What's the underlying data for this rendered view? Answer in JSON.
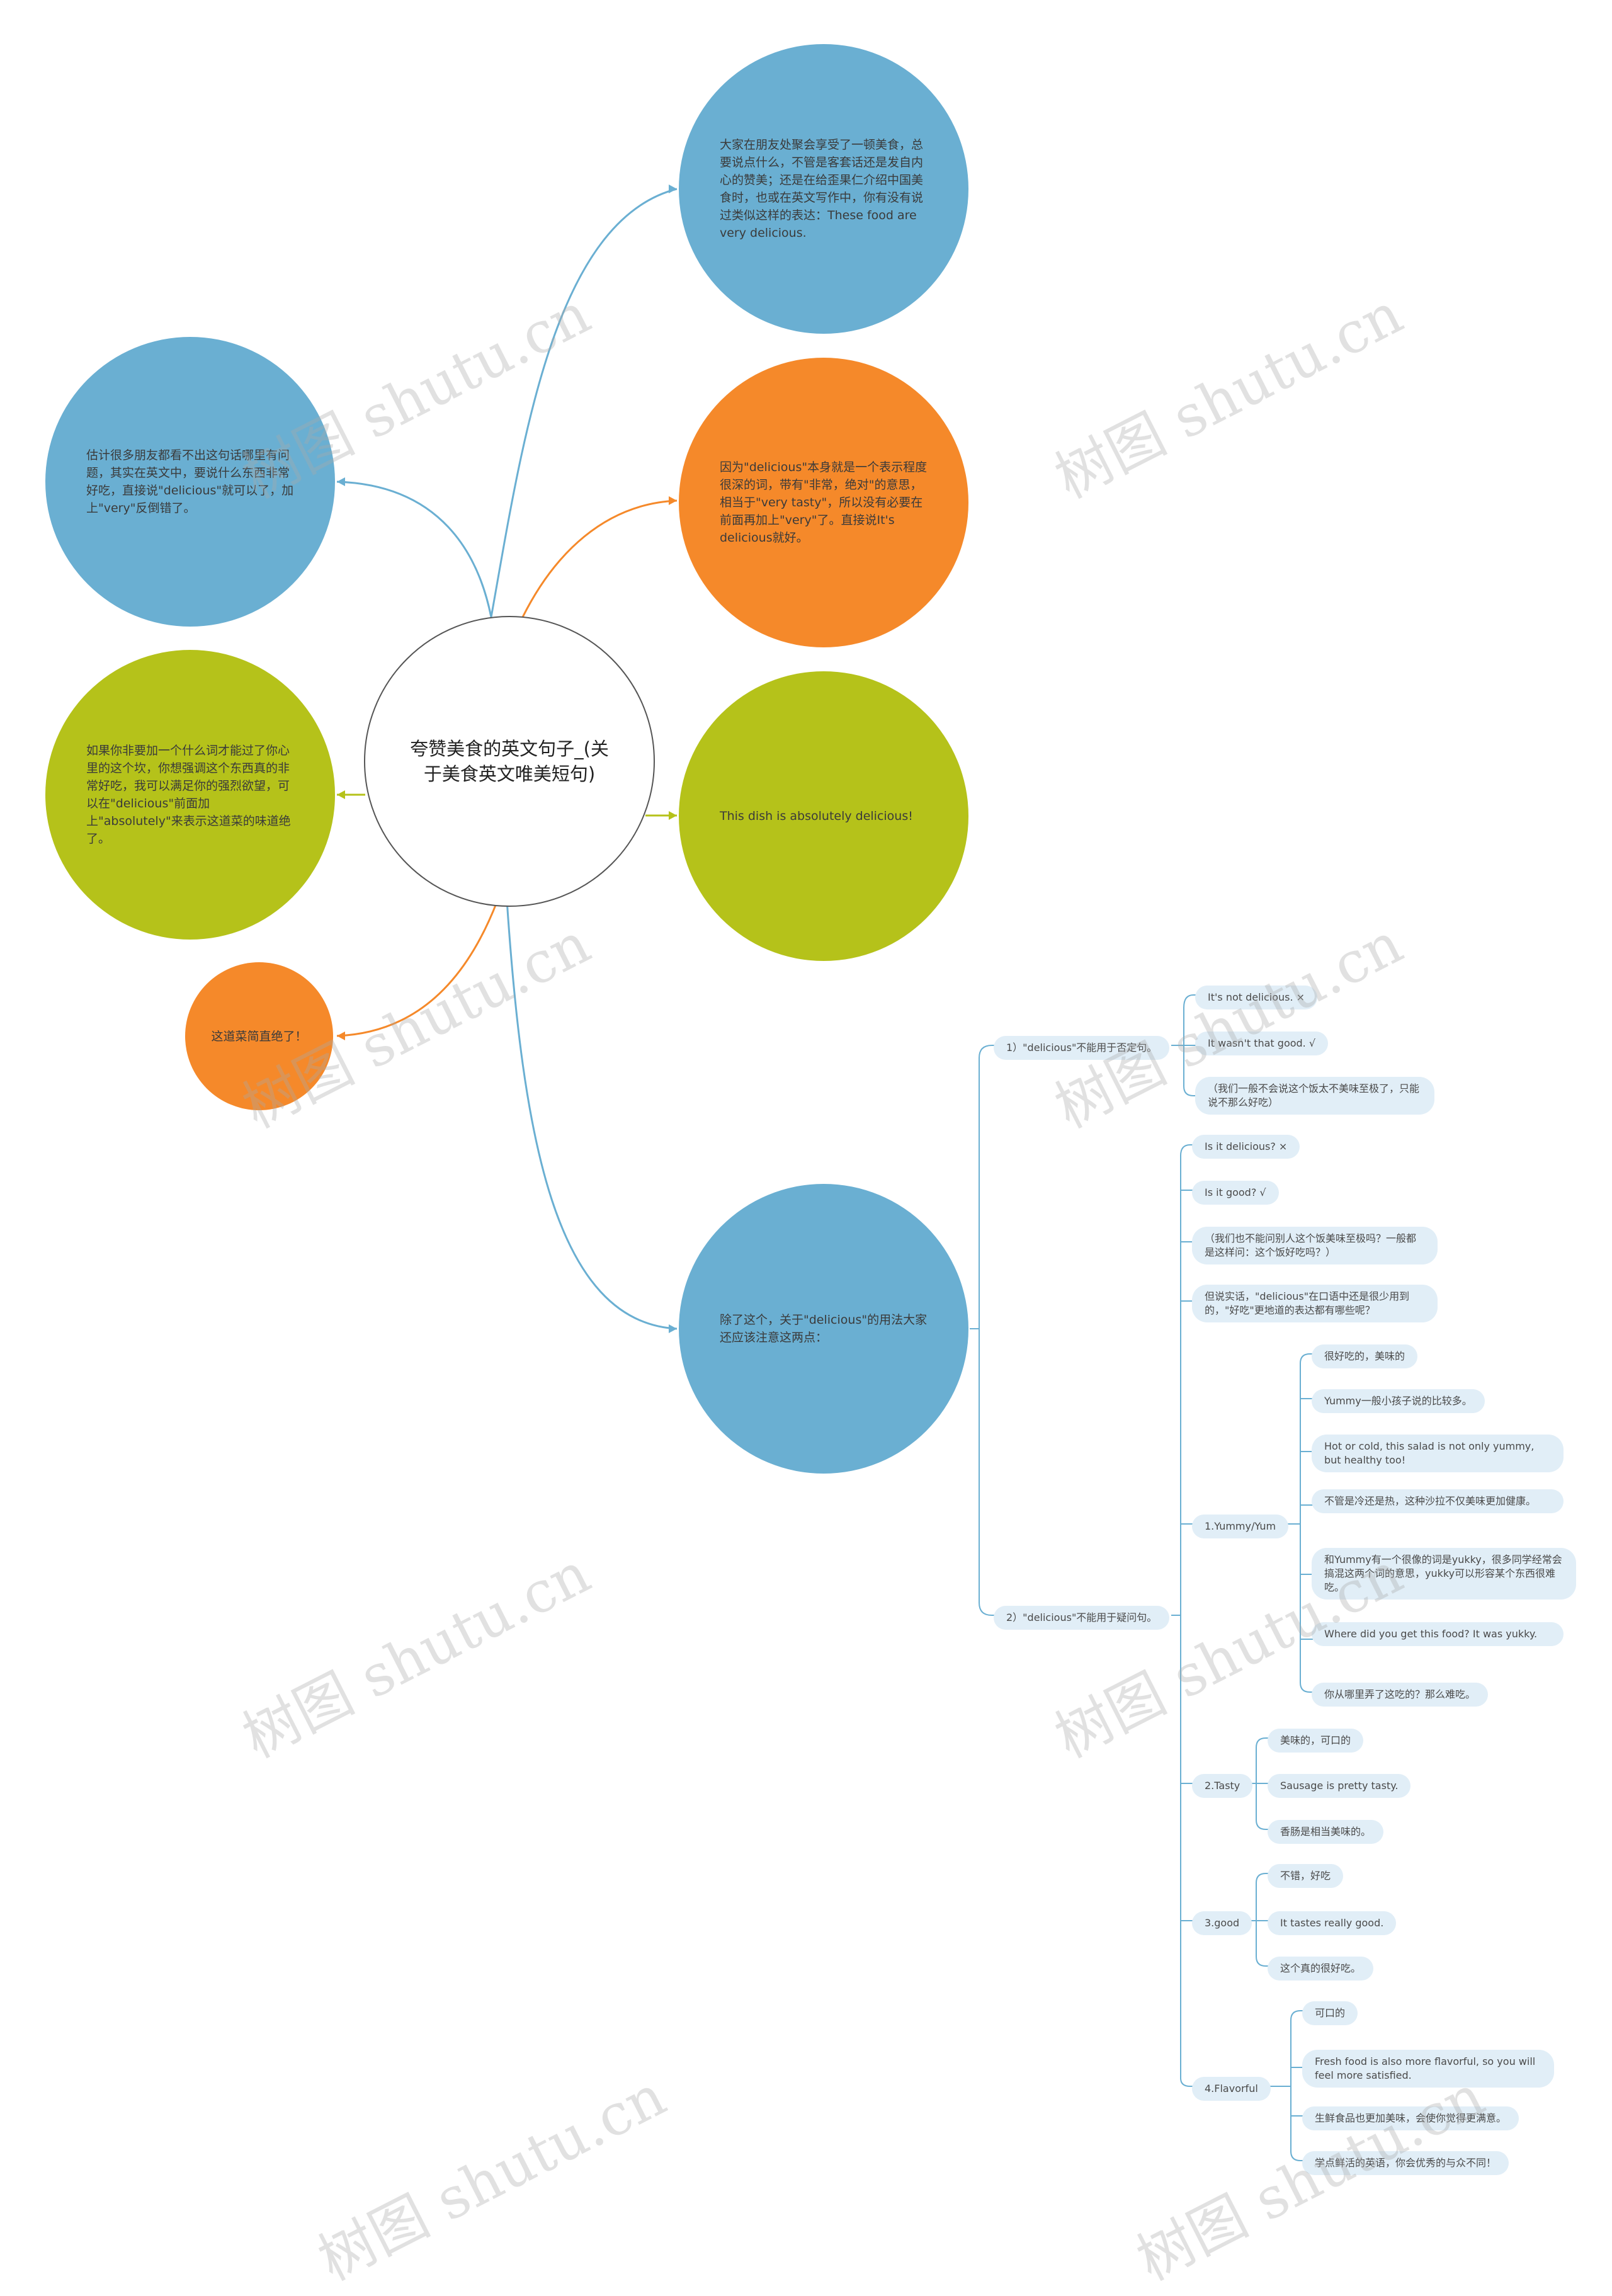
{
  "center": {
    "title": "夸赞美食的英文句子_(关于美食英文唯美短句)"
  },
  "colors": {
    "blue": "#6aafd2",
    "orange": "#f5892a",
    "green": "#b5c21a",
    "pill": "#e1eef7",
    "line": "#6aafd2"
  },
  "bubbles": {
    "right_top": "大家在朋友处聚会享受了一顿美食，总要说点什么，不管是客套话还是发自内心的赞美；还是在给歪果仁介绍中国美食时，也或在英文写作中，你有没有说过类似这样的表达：These food are very delicious.",
    "right_orange": "因为\"delicious\"本身就是一个表示程度很深的词，带有\"非常，绝对\"的意思，相当于\"very tasty\"，所以没有必要在前面再加上\"very\"了。直接说It's delicious就好。",
    "right_green": "This dish is absolutely delicious!",
    "right_bottom": "除了这个，关于\"delicious\"的用法大家还应该注意这两点：",
    "left_blue": "估计很多朋友都看不出这句话哪里有问题，其实在英文中，要说什么东西非常好吃，直接说\"delicious\"就可以了，加上\"very\"反倒错了。",
    "left_green": "如果你非要加一个什么词才能过了你心里的这个坎，你想强调这个东西真的非常好吃，我可以满足你的强烈欲望，可以在\"delicious\"前面加上\"absolutely\"来表示这道菜的味道绝了。",
    "left_orange": "这道菜简直绝了！"
  },
  "tree": {
    "branch1": {
      "label": "1）\"delicious\"不能用于否定句。",
      "items": [
        "It's not delicious. ×",
        "It wasn't that good. √",
        "（我们一般不会说这个饭太不美味至极了，只能说不那么好吃）"
      ]
    },
    "branch2": {
      "label": "2）\"delicious\"不能用于疑问句。",
      "items": [
        "Is it delicious? ×",
        "Is it good? √",
        "（我们也不能问别人这个饭美味至极吗？一般都是这样问：这个饭好吃吗？）",
        "但说实话，\"delicious\"在口语中还是很少用到的，\"好吃\"更地道的表达都有哪些呢？"
      ],
      "words": [
        {
          "label": "1.Yummy/Yum",
          "items": [
            "很好吃的，美味的",
            "Yummy一般小孩子说的比较多。",
            "Hot or cold, this salad is not only yummy, but healthy too!",
            "不管是冷还是热，这种沙拉不仅美味更加健康。",
            "和Yummy有一个很像的词是yukky，很多同学经常会搞混这两个词的意思，yukky可以形容某个东西很难吃。",
            "Where did you get this food? It was yukky.",
            "你从哪里弄了这吃的？那么难吃。"
          ]
        },
        {
          "label": "2.Tasty",
          "items": [
            "美味的，可口的",
            "Sausage is pretty tasty.",
            "香肠是相当美味的。"
          ]
        },
        {
          "label": "3.good",
          "items": [
            "不错，好吃",
            "It tastes really good.",
            "这个真的很好吃。"
          ]
        },
        {
          "label": "4.Flavorful",
          "items": [
            "可口的",
            "Fresh food is also more flavorful, so you will feel more satisfied.",
            "生鲜食品也更加美味，会使你觉得更满意。",
            "学点鲜活的英语，你会优秀的与众不同！"
          ]
        }
      ]
    }
  },
  "watermark": "树图 shutu.cn"
}
